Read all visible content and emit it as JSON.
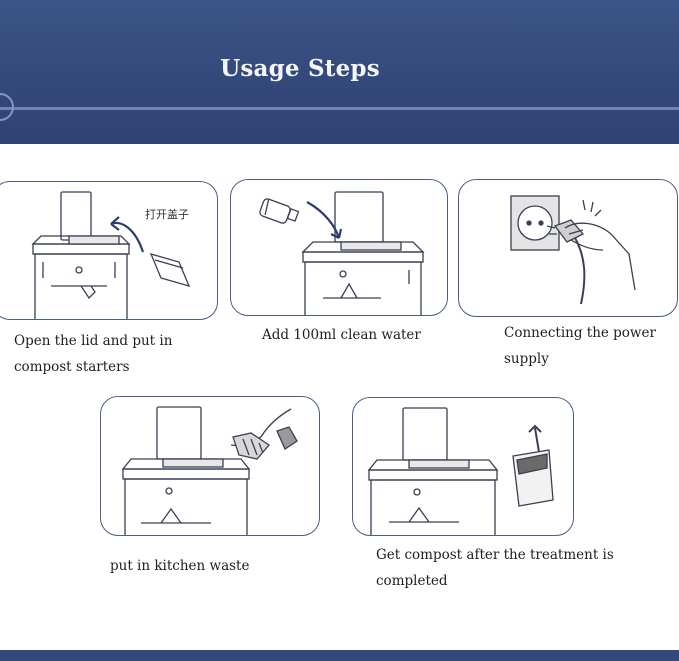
{
  "header": {
    "title": "Usage Steps"
  },
  "steps": [
    {
      "caption_l1": "Open the lid and put in",
      "caption_l2": "compost starters",
      "annotation": "打开盖子",
      "illustration": "bin-open-lid-icon"
    },
    {
      "caption_l1": "Add 100ml clean water",
      "illustration": "bin-add-water-icon"
    },
    {
      "caption_l1": "Connecting the power",
      "caption_l2": "supply",
      "illustration": "power-plug-icon"
    },
    {
      "caption_l1": "put in kitchen waste",
      "illustration": "bin-kitchen-waste-icon"
    },
    {
      "caption_l1": "Get compost after the treatment is completed",
      "illustration": "bin-compost-bag-icon"
    }
  ],
  "colors": {
    "banner": "#34497b",
    "panel_border": "#4b5e8c",
    "line_art": "#3a3f52"
  }
}
